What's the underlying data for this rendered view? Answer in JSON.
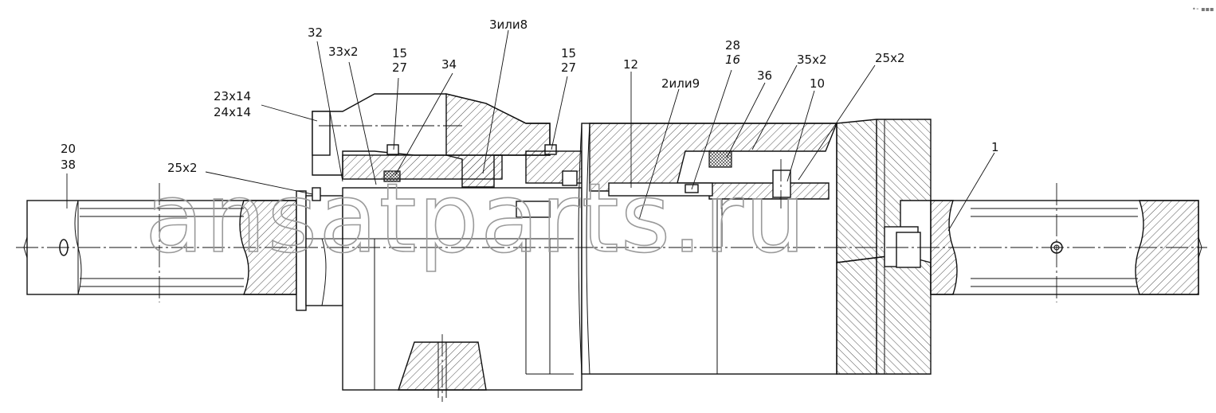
{
  "callouts": [
    {
      "id": "c32",
      "text": "32"
    },
    {
      "id": "c33x2",
      "text": "33x2"
    },
    {
      "id": "c15a",
      "text": "15"
    },
    {
      "id": "c27a",
      "text": "27"
    },
    {
      "id": "c34",
      "text": "34"
    },
    {
      "id": "c3ili8",
      "text": "3или8"
    },
    {
      "id": "c15b",
      "text": "15"
    },
    {
      "id": "c27b",
      "text": "27"
    },
    {
      "id": "c12",
      "text": "12"
    },
    {
      "id": "c2ili9",
      "text": "2или9"
    },
    {
      "id": "c28",
      "text": "28"
    },
    {
      "id": "c16",
      "text": "16"
    },
    {
      "id": "c36",
      "text": "36"
    },
    {
      "id": "c35x2",
      "text": "35x2"
    },
    {
      "id": "c10",
      "text": "10"
    },
    {
      "id": "c25x2r",
      "text": "25x2"
    },
    {
      "id": "c1",
      "text": "1"
    },
    {
      "id": "c23x14",
      "text": "23x14"
    },
    {
      "id": "c24x14",
      "text": "24x14"
    },
    {
      "id": "c20",
      "text": "20"
    },
    {
      "id": "c38",
      "text": "38"
    },
    {
      "id": "c25x2l",
      "text": "25x2"
    }
  ],
  "watermark": "ansatparts.ru",
  "corner_mark": "•⁃ ▪▪▪"
}
